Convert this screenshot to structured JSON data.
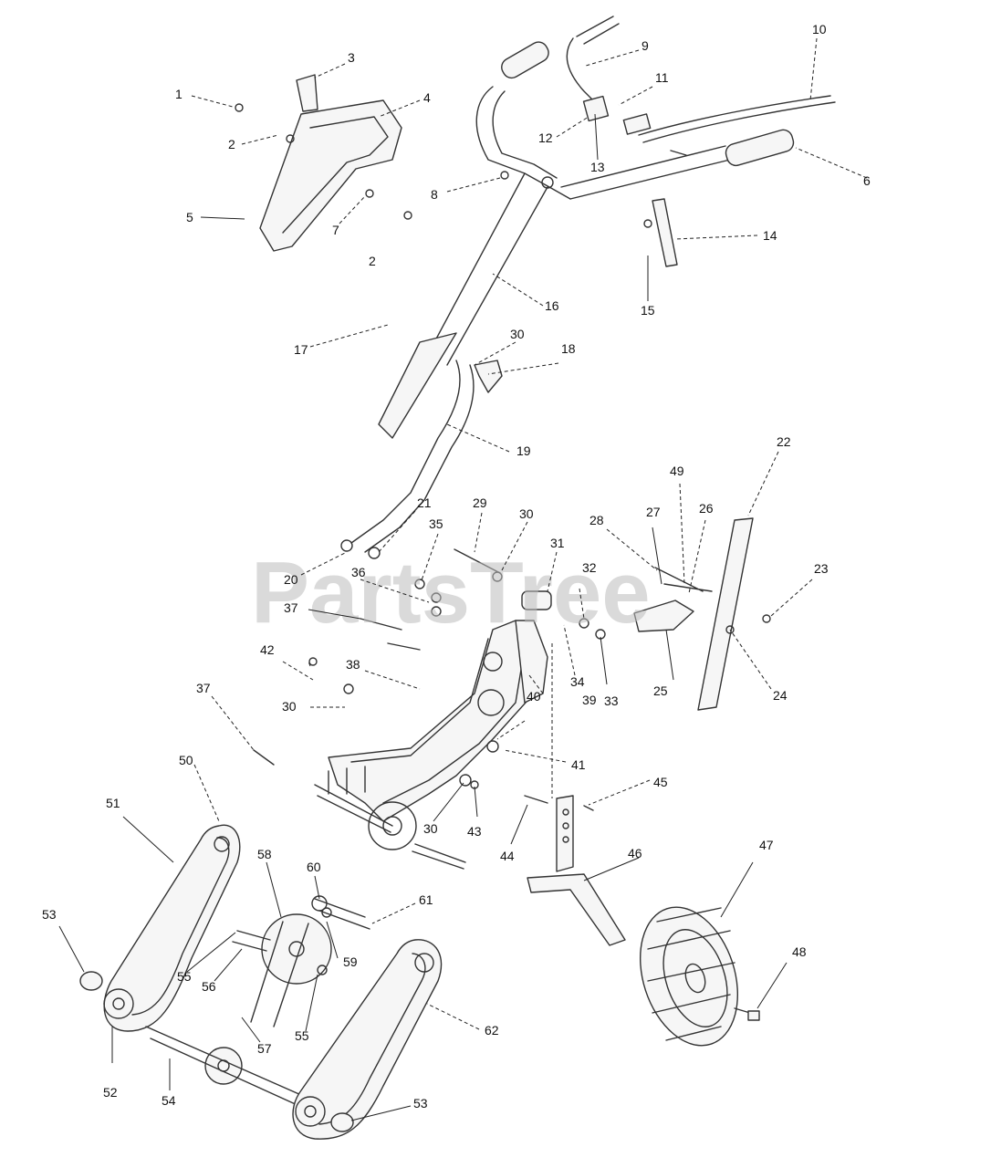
{
  "watermark": "PartsTree",
  "callouts": [
    {
      "id": "c1",
      "label": "1"
    },
    {
      "id": "c2a",
      "label": "2"
    },
    {
      "id": "c2b",
      "label": "2"
    },
    {
      "id": "c3",
      "label": "3"
    },
    {
      "id": "c4",
      "label": "4"
    },
    {
      "id": "c5",
      "label": "5"
    },
    {
      "id": "c6",
      "label": "6"
    },
    {
      "id": "c7",
      "label": "7"
    },
    {
      "id": "c8",
      "label": "8"
    },
    {
      "id": "c9",
      "label": "9"
    },
    {
      "id": "c10",
      "label": "10"
    },
    {
      "id": "c11",
      "label": "11"
    },
    {
      "id": "c12",
      "label": "12"
    },
    {
      "id": "c13",
      "label": "13"
    },
    {
      "id": "c14",
      "label": "14"
    },
    {
      "id": "c15",
      "label": "15"
    },
    {
      "id": "c16",
      "label": "16"
    },
    {
      "id": "c17",
      "label": "17"
    },
    {
      "id": "c18",
      "label": "18"
    },
    {
      "id": "c19",
      "label": "19"
    },
    {
      "id": "c20",
      "label": "20"
    },
    {
      "id": "c21",
      "label": "21"
    },
    {
      "id": "c22",
      "label": "22"
    },
    {
      "id": "c23",
      "label": "23"
    },
    {
      "id": "c24",
      "label": "24"
    },
    {
      "id": "c25",
      "label": "25"
    },
    {
      "id": "c26",
      "label": "26"
    },
    {
      "id": "c27",
      "label": "27"
    },
    {
      "id": "c28",
      "label": "28"
    },
    {
      "id": "c29",
      "label": "29"
    },
    {
      "id": "c30a",
      "label": "30"
    },
    {
      "id": "c30b",
      "label": "30"
    },
    {
      "id": "c30c",
      "label": "30"
    },
    {
      "id": "c30d",
      "label": "30"
    },
    {
      "id": "c31",
      "label": "31"
    },
    {
      "id": "c32",
      "label": "32"
    },
    {
      "id": "c33",
      "label": "33"
    },
    {
      "id": "c34",
      "label": "34"
    },
    {
      "id": "c35",
      "label": "35"
    },
    {
      "id": "c36",
      "label": "36"
    },
    {
      "id": "c37a",
      "label": "37"
    },
    {
      "id": "c37b",
      "label": "37"
    },
    {
      "id": "c38",
      "label": "38"
    },
    {
      "id": "c39",
      "label": "39"
    },
    {
      "id": "c40",
      "label": "40"
    },
    {
      "id": "c41",
      "label": "41"
    },
    {
      "id": "c42",
      "label": "42"
    },
    {
      "id": "c43",
      "label": "43"
    },
    {
      "id": "c44",
      "label": "44"
    },
    {
      "id": "c45",
      "label": "45"
    },
    {
      "id": "c46",
      "label": "46"
    },
    {
      "id": "c47",
      "label": "47"
    },
    {
      "id": "c48",
      "label": "48"
    },
    {
      "id": "c49",
      "label": "49"
    },
    {
      "id": "c50",
      "label": "50"
    },
    {
      "id": "c51",
      "label": "51"
    },
    {
      "id": "c52",
      "label": "52"
    },
    {
      "id": "c53a",
      "label": "53"
    },
    {
      "id": "c53b",
      "label": "53"
    },
    {
      "id": "c54",
      "label": "54"
    },
    {
      "id": "c55a",
      "label": "55"
    },
    {
      "id": "c55b",
      "label": "55"
    },
    {
      "id": "c56",
      "label": "56"
    },
    {
      "id": "c57",
      "label": "57"
    },
    {
      "id": "c58",
      "label": "58"
    },
    {
      "id": "c59",
      "label": "59"
    },
    {
      "id": "c60",
      "label": "60"
    },
    {
      "id": "c61",
      "label": "61"
    },
    {
      "id": "c62",
      "label": "62"
    }
  ]
}
